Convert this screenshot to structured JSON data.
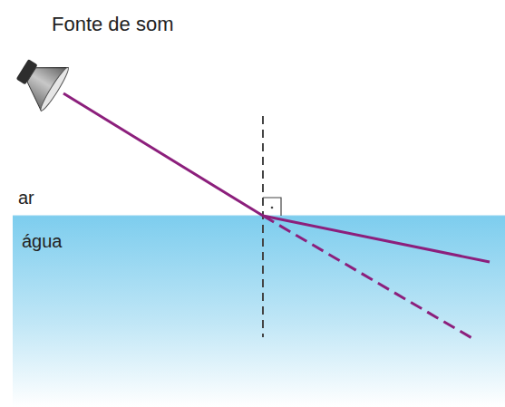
{
  "diagram": {
    "labels": [
      "Fonte de som",
      "ar",
      "água"
    ]
  }
}
